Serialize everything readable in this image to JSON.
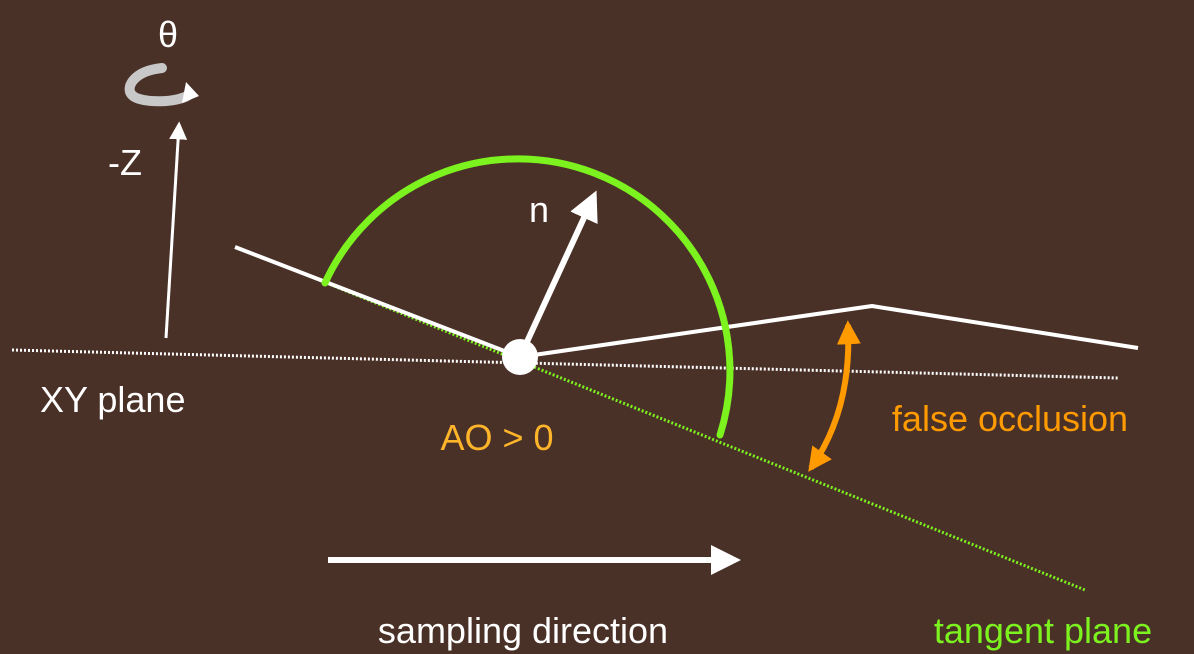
{
  "labels": {
    "theta": "θ",
    "neg_z": "-Z",
    "normal": "n",
    "xy_plane": "XY plane",
    "ao": "AO > 0",
    "false_occlusion": "false occlusion",
    "sampling_direction": "sampling direction",
    "tangent_plane": "tangent plane"
  },
  "colors": {
    "background": "#4a3128",
    "white": "#ffffff",
    "green": "#7cf21e",
    "orange": "#ff9a00",
    "ao_label": "#ffb52a",
    "rotation_arrow": "#c8c8c8"
  }
}
